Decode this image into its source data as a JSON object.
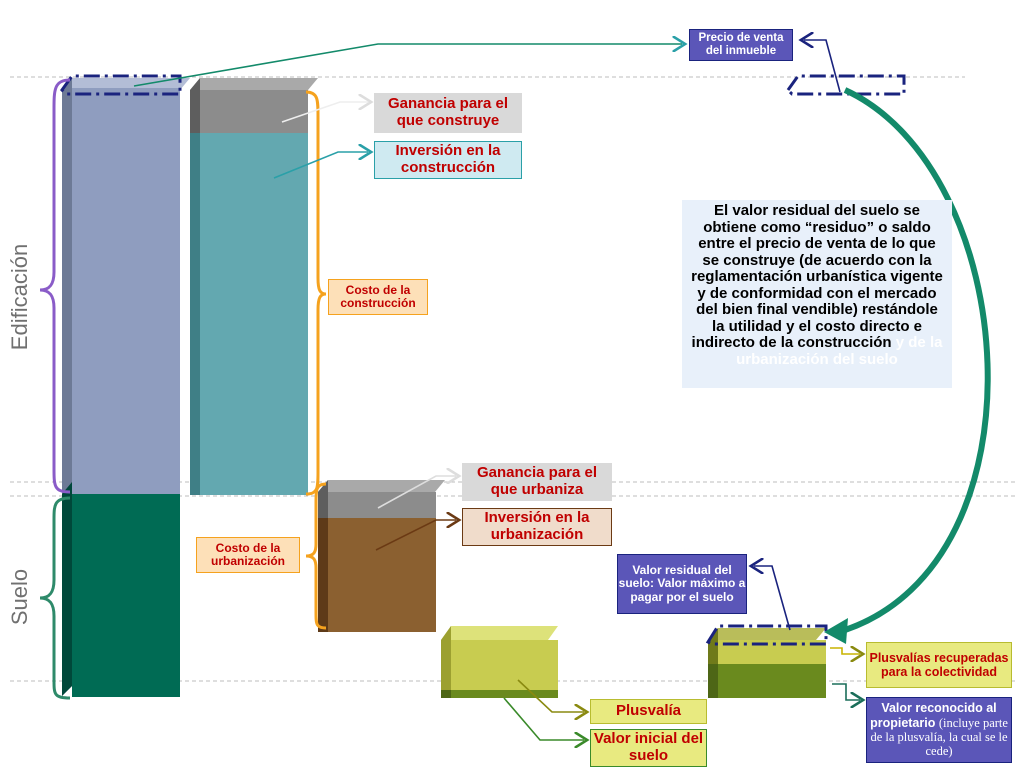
{
  "axis_labels": {
    "edificacion": "Edificación",
    "suelo": "Suelo"
  },
  "callouts": {
    "precio_venta": "Precio de venta del inmueble",
    "ganancia_construye": "Ganancia para el que construye",
    "inversion_construccion": "Inversión en la construcción",
    "costo_construccion": "Costo de la construcción",
    "ganancia_urbaniza": "Ganancia para el que urbaniza",
    "inversion_urbanizacion": "Inversión en la urbanización",
    "costo_urbanizacion": "Costo de la urbanización",
    "valor_residual": "Valor residual del suelo: Valor máximo a pagar por el suelo",
    "plusvalias_recuperadas": "Plusvalías recuperadas para la colectividad",
    "valor_reconocido_bold": "Valor reconocido al propietario",
    "valor_reconocido_note": "(incluye parte de la plusvalía, la cual se le cede)",
    "plusvalia": "Plusvalía",
    "valor_inicial": "Valor inicial del suelo"
  },
  "explanation": {
    "visible": "El valor residual del suelo se obtiene  como “residuo” o saldo entre el precio de venta de lo que se construye  (de acuerdo con la reglamentación urbanística vigente y de conformidad con el mercado del bien final vendible) restándole la utilidad y el costo directo e indirecto de la construcción",
    "faded": " y de la urbanización del suelo"
  },
  "colors": {
    "edificacion_bar": "#8f9dbf",
    "suelo_bar": "#006b54",
    "construccion_bar": "#63a8b0",
    "ganancia_cap": "#8c8c8c",
    "urbanizacion_bar": "#8b6030",
    "plusvalia_bar": "#c8cc50",
    "valor_inicial_bar": "#6a8a1e",
    "arrow_green": "#138a6a",
    "brace_orange": "#f5a21e",
    "brace_purple": "#8a5cc8",
    "brace_green": "#2e8a6a",
    "navy": "#1a237e"
  }
}
